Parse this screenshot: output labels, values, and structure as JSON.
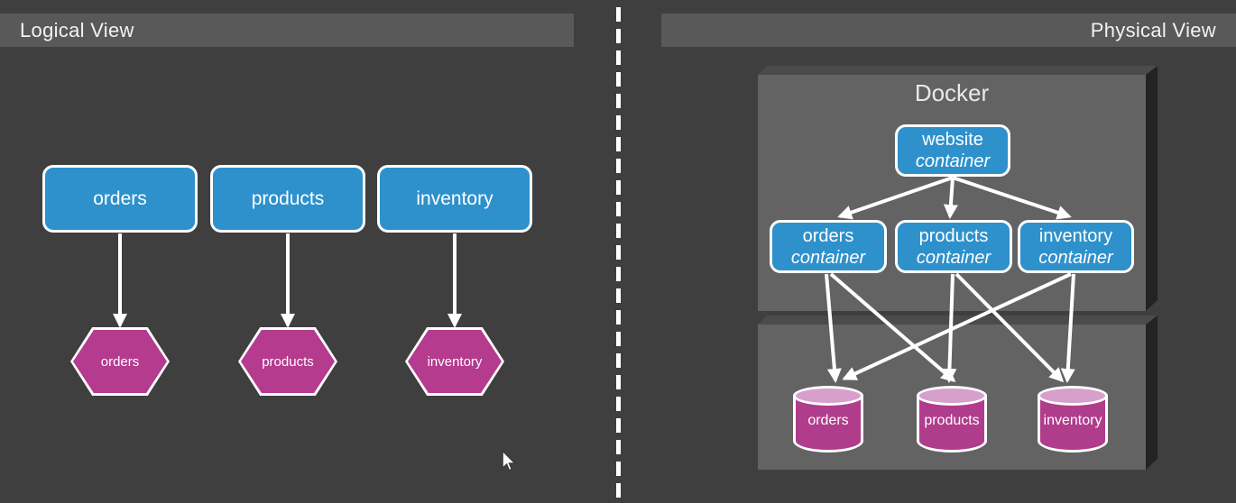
{
  "headers": {
    "left": "Logical View",
    "right": "Physical View"
  },
  "colors": {
    "background": "#3f3f3f",
    "header_bar": "#595959",
    "panel_face": "#636363",
    "panel_bevel": "#4b4b4b",
    "panel_side": "#232323",
    "node_blue": "#2e91cc",
    "node_magenta": "#b43b8e",
    "cylinder_top": "#d79fcb",
    "connector_white": "#ffffff"
  },
  "logical_view": {
    "services": [
      {
        "label": "orders"
      },
      {
        "label": "products"
      },
      {
        "label": "inventory"
      }
    ],
    "datastores": [
      {
        "label": "orders"
      },
      {
        "label": "products"
      },
      {
        "label": "inventory"
      }
    ]
  },
  "physical_view": {
    "docker_label": "Docker",
    "website_container": {
      "line1": "website",
      "line2": "container"
    },
    "containers": [
      {
        "line1": "orders",
        "line2": "container"
      },
      {
        "line1": "products",
        "line2": "container"
      },
      {
        "line1": "inventory",
        "line2": "container"
      }
    ],
    "databases": [
      {
        "label": "orders"
      },
      {
        "label": "products"
      },
      {
        "label": "inventory"
      }
    ]
  }
}
